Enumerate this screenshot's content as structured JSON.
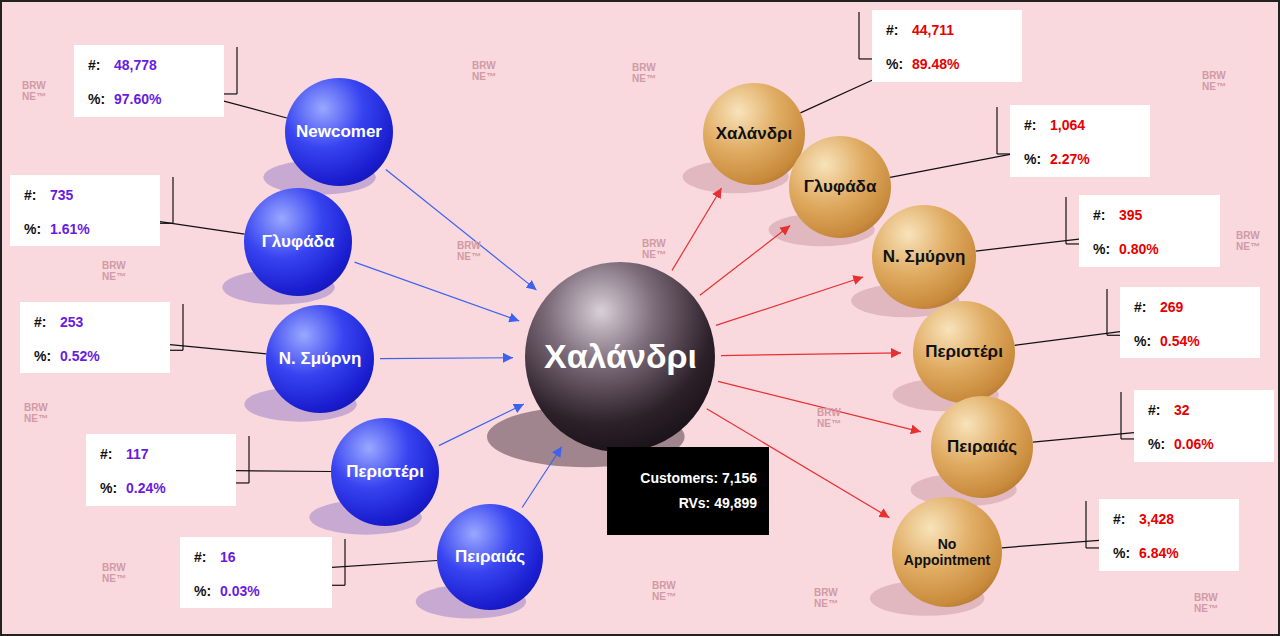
{
  "diagram": {
    "nodes": [
      {
        "text": [
          "#:",
          "48,778",
          "%:",
          "97.60%"
        ]
      },
      {
        "text": [
          "Newcomer"
        ]
      },
      {
        "text": [
          "#:",
          "735",
          "%:",
          "1.61%"
        ]
      },
      {
        "text": [
          "Γλυφάδα"
        ]
      },
      {
        "text": [
          "#:",
          "253",
          "%:",
          "0.52%"
        ]
      },
      {
        "text": [
          "Ν. Σμύρνη"
        ]
      },
      {
        "text": [
          "#:",
          "117",
          "%:",
          "0.24%"
        ]
      },
      {
        "text": [
          "Περιστέρι"
        ]
      },
      {
        "text": [
          "#:",
          "16",
          "%:",
          "0.03%"
        ]
      },
      {
        "text": [
          "Πειραιάς"
        ]
      },
      {
        "text": [
          "Χαλάνδρι"
        ]
      },
      {
        "text": [
          "Customers: 7,156",
          "RVs: 49,899"
        ]
      },
      {
        "text": [
          "Χαλάνδρι"
        ]
      },
      {
        "text": [
          "#:",
          "44,711",
          "%:",
          "89.48%"
        ]
      },
      {
        "text": [
          "Γλυφάδα"
        ]
      },
      {
        "text": [
          "#:",
          "1,064",
          "%:",
          "2.27%"
        ]
      },
      {
        "text": [
          "Ν. Σμύρνη"
        ]
      },
      {
        "text": [
          "#:",
          "395",
          "%:",
          "0.80%"
        ]
      },
      {
        "text": [
          "Περιστέρι"
        ]
      },
      {
        "text": [
          "#:",
          "269",
          "%:",
          "0.54%"
        ]
      },
      {
        "text": [
          "Πειραιάς"
        ]
      },
      {
        "text": [
          "#:",
          "32",
          "%:",
          "0.06%"
        ]
      },
      {
        "text": [
          "No Appointment"
        ]
      },
      {
        "text": [
          "#:",
          "3,428",
          "%:",
          "6.84%"
        ]
      }
    ],
    "edges": [
      {
        "from": 0,
        "to": 1,
        "arrow": "none"
      },
      {
        "from": 2,
        "to": 3,
        "arrow": "none"
      },
      {
        "from": 4,
        "to": 5,
        "arrow": "none"
      },
      {
        "from": 6,
        "to": 7,
        "arrow": "none"
      },
      {
        "from": 8,
        "to": 9,
        "arrow": "none"
      },
      {
        "from": 1,
        "to": 10,
        "arrow": "to"
      },
      {
        "from": 3,
        "to": 10,
        "arrow": "to"
      },
      {
        "from": 5,
        "to": 10,
        "arrow": "to"
      },
      {
        "from": 7,
        "to": 10,
        "arrow": "to"
      },
      {
        "from": 9,
        "to": 10,
        "arrow": "to"
      },
      {
        "from": 10,
        "to": 12,
        "arrow": "to"
      },
      {
        "from": 10,
        "to": 14,
        "arrow": "to"
      },
      {
        "from": 10,
        "to": 16,
        "arrow": "to"
      },
      {
        "from": 10,
        "to": 18,
        "arrow": "to"
      },
      {
        "from": 10,
        "to": 20,
        "arrow": "to"
      },
      {
        "from": 10,
        "to": 22,
        "arrow": "to"
      },
      {
        "from": 13,
        "to": 12,
        "arrow": "none"
      },
      {
        "from": 15,
        "to": 14,
        "arrow": "none"
      },
      {
        "from": 17,
        "to": 16,
        "arrow": "none"
      },
      {
        "from": 19,
        "to": 18,
        "arrow": "none"
      },
      {
        "from": 21,
        "to": 20,
        "arrow": "none"
      },
      {
        "from": 23,
        "to": 22,
        "arrow": "none"
      }
    ],
    "labels": [
      "BRW NE™",
      "BRW NE™",
      "BRW NE™",
      "BRW NE™",
      "BRW NE™",
      "BRW NE™",
      "BRW NE™",
      "BRW NE™",
      "BRW NE™",
      "BRW NE™",
      "BRW NE™",
      "BRW NE™",
      "BRW NE™",
      "BRW NE™"
    ]
  }
}
